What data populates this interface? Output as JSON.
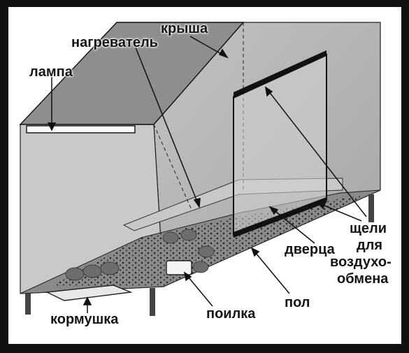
{
  "labels": {
    "roof": "крыша",
    "heater": "нагреватель",
    "lamp": "лампа",
    "slits_line1": "щели",
    "slits_line2": "для",
    "slits_line3": "воздухо-",
    "slits_line4": "обмена",
    "door": "дверца",
    "floor": "пол",
    "drinker": "поилка",
    "feeder": "кормушка"
  },
  "colors": {
    "frame": "#111111",
    "roof": "#909090",
    "back_wall": "#b4b4b4",
    "floor": "#8a8a8a",
    "ink": "#151515"
  }
}
